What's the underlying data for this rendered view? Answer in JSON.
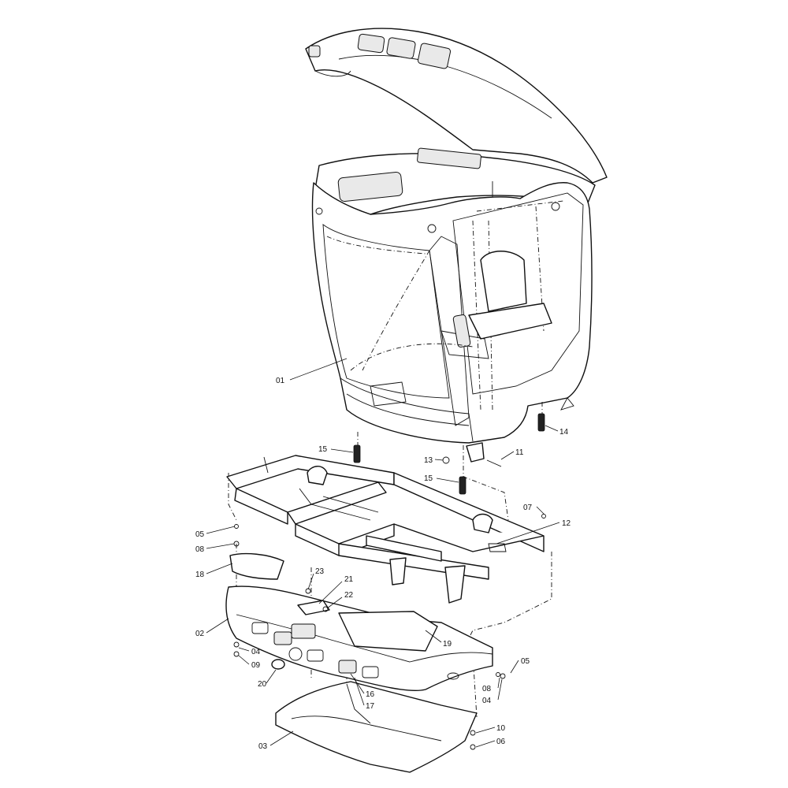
{
  "diagram": {
    "callouts": [
      {
        "id": "01",
        "label": "01"
      },
      {
        "id": "14",
        "label": "14"
      },
      {
        "id": "15a",
        "label": "15"
      },
      {
        "id": "13",
        "label": "13"
      },
      {
        "id": "11",
        "label": "11"
      },
      {
        "id": "15b",
        "label": "15"
      },
      {
        "id": "07",
        "label": "07"
      },
      {
        "id": "12",
        "label": "12"
      },
      {
        "id": "05a",
        "label": "05"
      },
      {
        "id": "08a",
        "label": "08"
      },
      {
        "id": "18",
        "label": "18"
      },
      {
        "id": "23",
        "label": "23"
      },
      {
        "id": "21",
        "label": "21"
      },
      {
        "id": "22",
        "label": "22"
      },
      {
        "id": "02",
        "label": "02"
      },
      {
        "id": "19",
        "label": "19"
      },
      {
        "id": "04a",
        "label": "04"
      },
      {
        "id": "09",
        "label": "09"
      },
      {
        "id": "20",
        "label": "20"
      },
      {
        "id": "16",
        "label": "16"
      },
      {
        "id": "17",
        "label": "17"
      },
      {
        "id": "05b",
        "label": "05"
      },
      {
        "id": "08b",
        "label": "08"
      },
      {
        "id": "04b",
        "label": "04"
      },
      {
        "id": "03",
        "label": "03"
      },
      {
        "id": "10",
        "label": "10"
      },
      {
        "id": "06",
        "label": "06"
      }
    ]
  }
}
